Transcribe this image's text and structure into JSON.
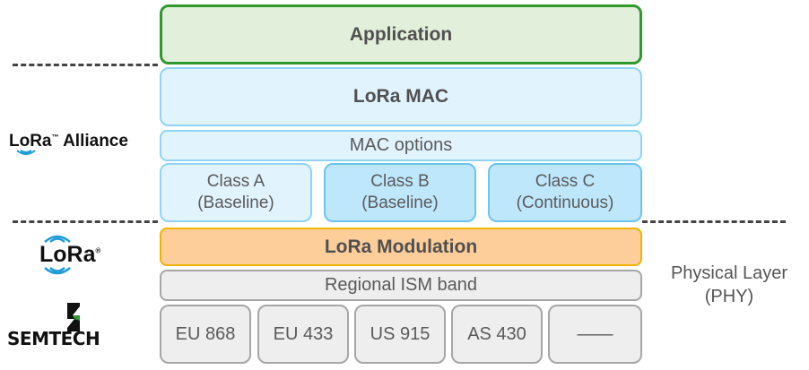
{
  "stack": {
    "application": "Application",
    "lora_mac": "LoRa MAC",
    "mac_options": "MAC options",
    "class_a_line1": "Class A",
    "class_a_line2": "(Baseline)",
    "class_b_line1": "Class B",
    "class_b_line2": "(Baseline)",
    "class_c_line1": "Class C",
    "class_c_line2": "(Continuous)",
    "lora_modulation": "LoRa Modulation",
    "regional_ism": "Regional ISM band",
    "bands": [
      "EU 868",
      "EU 433",
      "US 915",
      "AS 430",
      "——"
    ]
  },
  "logos": {
    "lora_alliance_text_lo": "LoRa",
    "lora_alliance_text_rest": "Alliance",
    "lora_text": "LoRa",
    "semtech_text": "SEMTECH"
  },
  "side_labels": {
    "phy_line1": "Physical Layer",
    "phy_line2": "(PHY)"
  },
  "colors": {
    "application_border": "#2e9a2e",
    "mac_border": "#8fd4f5",
    "modulation_fill": "#fdcd9a",
    "modulation_border": "#f0b400",
    "band_border": "#a6a6a6"
  }
}
